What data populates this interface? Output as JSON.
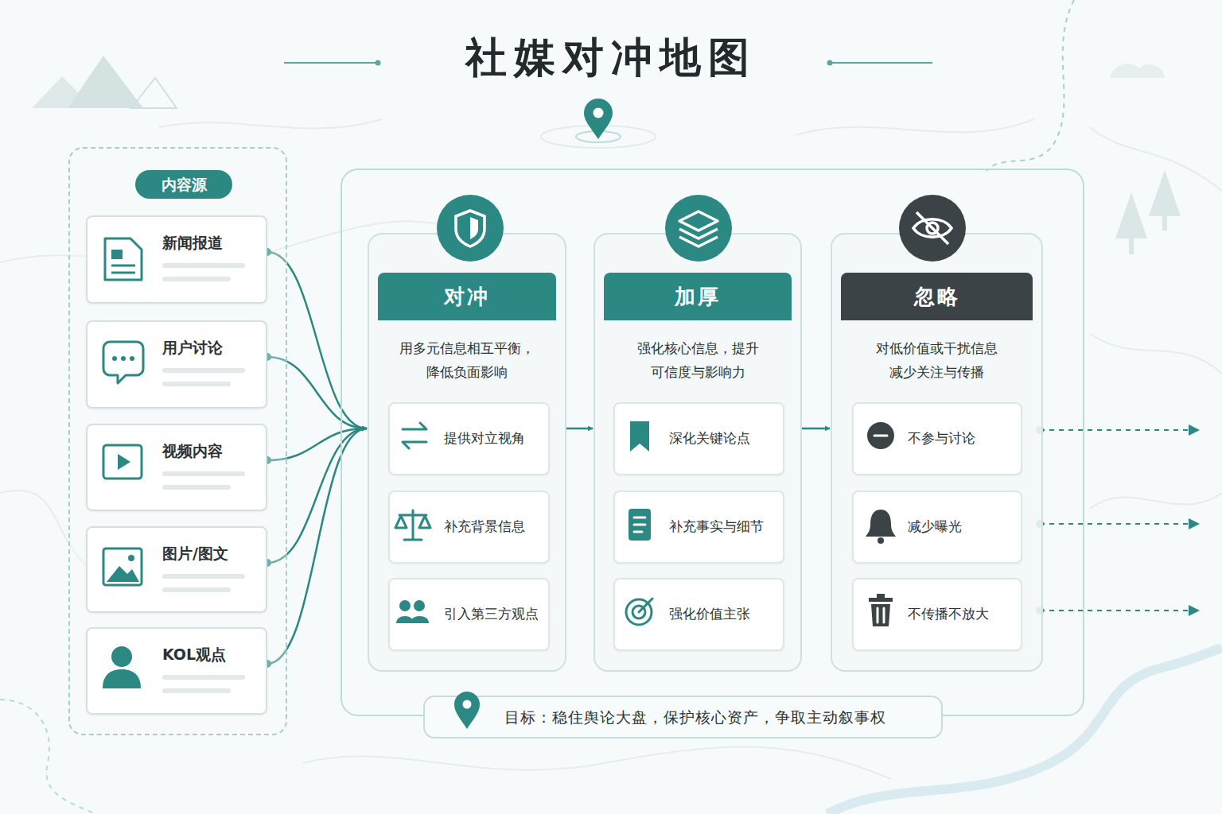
{
  "diagram": {
    "title": "社媒对冲地图",
    "nodes": [
      {
        "text": [
          "内容源"
        ]
      },
      {
        "text": [
          "新闻报道"
        ],
        "in": 0
      },
      {
        "text": [
          "用户讨论"
        ],
        "in": 0
      },
      {
        "text": [
          "视频内容"
        ],
        "in": 0
      },
      {
        "text": [
          "图片/图文"
        ],
        "in": 0
      },
      {
        "text": [
          "KOL观点"
        ],
        "in": 0
      },
      {
        "text": [
          "目标：稳住舆论大盘，保护核心资产，争取主动叙事权"
        ]
      },
      {
        "text": [
          "对冲",
          "用多元信息相互平衡， 降低负面影响"
        ],
        "in": 6
      },
      {
        "text": [
          "提供对立视角"
        ],
        "in": 7
      },
      {
        "text": [
          "补充背景信息"
        ],
        "in": 7
      },
      {
        "text": [
          "引入第三方观点"
        ],
        "in": 7
      },
      {
        "text": [
          "加厚",
          "强化核心信息，提升 可信度与影响力"
        ],
        "in": 6
      },
      {
        "text": [
          "深化关键论点"
        ],
        "in": 11
      },
      {
        "text": [
          "补充事实与细节"
        ],
        "in": 11
      },
      {
        "text": [
          "强化价值主张"
        ],
        "in": 11
      },
      {
        "text": [
          "忽略",
          "对低价值或干扰信息 减少关注与传播"
        ],
        "in": 6
      },
      {
        "text": [
          "不参与讨论"
        ],
        "in": 15
      },
      {
        "text": [
          "减少曝光"
        ],
        "in": 15
      },
      {
        "text": [
          "不传播不放大"
        ],
        "in": 15
      }
    ],
    "edges": [
      {
        "from": 1,
        "to": 7,
        "arrow": "to"
      },
      {
        "from": 2,
        "to": 7,
        "arrow": "to"
      },
      {
        "from": 3,
        "to": 7,
        "arrow": "to"
      },
      {
        "from": 4,
        "to": 7,
        "arrow": "to"
      },
      {
        "from": 5,
        "to": 7,
        "arrow": "to"
      },
      {
        "from": 7,
        "to": 11,
        "arrow": "to"
      },
      {
        "from": 11,
        "to": 15,
        "arrow": "to"
      }
    ]
  }
}
